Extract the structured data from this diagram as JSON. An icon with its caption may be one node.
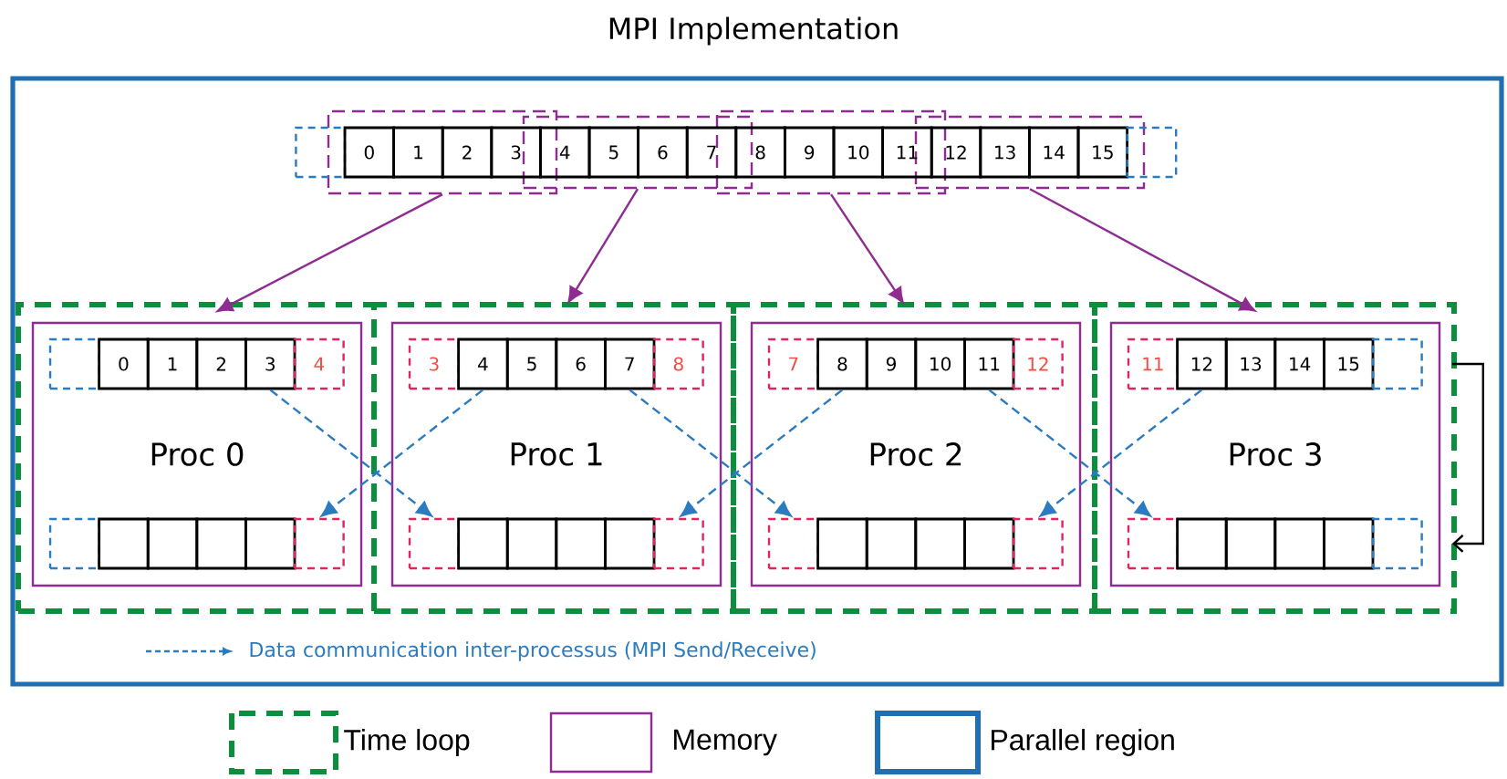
{
  "diagram": {
    "title": "MPI Implementation",
    "nodes": [
      {
        "text": [],
        "shape": "box"
      },
      {
        "text": [],
        "shape": "box",
        "in": 0
      },
      {
        "text": [],
        "shape": "box",
        "in": 0
      },
      {
        "text": [],
        "shape": "box",
        "in": 0
      },
      {
        "text": [],
        "shape": "box",
        "in": 0
      },
      {
        "text": [],
        "shape": "box",
        "in": 0
      },
      {
        "text": [
          "0"
        ],
        "in": 1
      },
      {
        "text": [
          "1"
        ],
        "in": 1
      },
      {
        "text": [
          "2"
        ],
        "in": 1
      },
      {
        "text": [
          "3"
        ],
        "in": 1
      },
      {
        "text": [
          "4"
        ],
        "in": 2
      },
      {
        "text": [
          "5"
        ],
        "in": 2
      },
      {
        "text": [
          "6"
        ],
        "in": 2
      },
      {
        "text": [
          "7"
        ],
        "in": 2
      },
      {
        "text": [
          "8"
        ],
        "in": 3
      },
      {
        "text": [
          "9"
        ],
        "in": 3
      },
      {
        "text": [
          "10"
        ],
        "in": 3
      },
      {
        "text": [
          "11"
        ],
        "in": 3
      },
      {
        "text": [
          "12"
        ],
        "in": 4
      },
      {
        "text": [
          "13"
        ],
        "in": 4
      },
      {
        "text": [
          "14"
        ],
        "in": 4
      },
      {
        "text": [
          "15"
        ],
        "in": 4
      },
      {
        "text": [],
        "shape": "box",
        "in": 0
      },
      {
        "text": [],
        "shape": "box",
        "in": 0
      },
      {
        "text": [
          "Proc 0"
        ],
        "in": 23
      },
      {
        "text": [],
        "shape": "box",
        "in": 24
      },
      {
        "text": [
          "0"
        ],
        "in": 24
      },
      {
        "text": [
          "1"
        ],
        "in": 24
      },
      {
        "text": [
          "2"
        ],
        "in": 24
      },
      {
        "text": [
          "3"
        ],
        "in": 24
      },
      {
        "text": [
          "4"
        ],
        "in": 24
      },
      {
        "text": [],
        "shape": "box",
        "in": 24
      },
      {
        "text": [],
        "shape": "box",
        "in": 24
      },
      {
        "text": [],
        "shape": "box",
        "in": 24
      },
      {
        "text": [],
        "shape": "box",
        "in": 24
      },
      {
        "text": [],
        "shape": "box",
        "in": 24
      },
      {
        "text": [],
        "shape": "box",
        "in": 24
      },
      {
        "text": [],
        "shape": "box",
        "in": 0
      },
      {
        "text": [
          "Proc 1"
        ],
        "in": 37
      },
      {
        "text": [
          "3"
        ],
        "in": 38
      },
      {
        "text": [
          "4"
        ],
        "in": 38
      },
      {
        "text": [
          "5"
        ],
        "in": 38
      },
      {
        "text": [
          "6"
        ],
        "in": 38
      },
      {
        "text": [
          "7"
        ],
        "in": 38
      },
      {
        "text": [
          "8"
        ],
        "in": 38
      },
      {
        "text": [],
        "shape": "box",
        "in": 38
      },
      {
        "text": [],
        "shape": "box",
        "in": 38
      },
      {
        "text": [],
        "shape": "box",
        "in": 38
      },
      {
        "text": [],
        "shape": "box",
        "in": 38
      },
      {
        "text": [],
        "shape": "box",
        "in": 38
      },
      {
        "text": [],
        "shape": "box",
        "in": 38
      },
      {
        "text": [],
        "shape": "box",
        "in": 0
      },
      {
        "text": [
          "Proc 2"
        ],
        "in": 51
      },
      {
        "text": [
          "7"
        ],
        "in": 52
      },
      {
        "text": [
          "8"
        ],
        "in": 52
      },
      {
        "text": [
          "9"
        ],
        "in": 52
      },
      {
        "text": [
          "10"
        ],
        "in": 52
      },
      {
        "text": [
          "11"
        ],
        "in": 52
      },
      {
        "text": [
          "12"
        ],
        "in": 52
      },
      {
        "text": [],
        "shape": "box",
        "in": 52
      },
      {
        "text": [],
        "shape": "box",
        "in": 52
      },
      {
        "text": [],
        "shape": "box",
        "in": 52
      },
      {
        "text": [],
        "shape": "box",
        "in": 52
      },
      {
        "text": [],
        "shape": "box",
        "in": 52
      },
      {
        "text": [],
        "shape": "box",
        "in": 52
      },
      {
        "text": [],
        "shape": "box",
        "in": 0
      },
      {
        "text": [
          "Proc 3"
        ],
        "in": 65
      },
      {
        "text": [
          "11"
        ],
        "in": 66
      },
      {
        "text": [
          "12"
        ],
        "in": 66
      },
      {
        "text": [
          "13"
        ],
        "in": 66
      },
      {
        "text": [
          "14"
        ],
        "in": 66
      },
      {
        "text": [
          "15"
        ],
        "in": 66
      },
      {
        "text": [],
        "shape": "box",
        "in": 66
      },
      {
        "text": [],
        "shape": "box",
        "in": 66
      },
      {
        "text": [],
        "shape": "box",
        "in": 66
      },
      {
        "text": [],
        "shape": "box",
        "in": 66
      },
      {
        "text": [],
        "shape": "box",
        "in": 66
      },
      {
        "text": [],
        "shape": "box",
        "in": 66
      },
      {
        "text": [],
        "shape": "box",
        "in": 66
      }
    ],
    "edges": [
      {
        "from": 1,
        "to": 24,
        "arrow": "to",
        "color": "#8e2c91"
      },
      {
        "from": 2,
        "to": 38,
        "arrow": "to",
        "color": "#8e2c91"
      },
      {
        "from": 3,
        "to": 52,
        "arrow": "to",
        "color": "#8e2c91"
      },
      {
        "from": 4,
        "to": 66,
        "arrow": "to",
        "color": "#8e2c91"
      },
      {
        "from": 29,
        "to": 45,
        "arrow": "to",
        "style": "dashed",
        "color": "#2a7bc0"
      },
      {
        "from": 40,
        "to": 36,
        "arrow": "to",
        "style": "dashed",
        "color": "#2a7bc0"
      },
      {
        "from": 43,
        "to": 59,
        "arrow": "to",
        "style": "dashed",
        "color": "#2a7bc0"
      },
      {
        "from": 54,
        "to": 50,
        "arrow": "to",
        "style": "dashed",
        "color": "#2a7bc0"
      },
      {
        "from": 57,
        "to": 73,
        "arrow": "to",
        "style": "dashed",
        "color": "#2a7bc0"
      },
      {
        "from": 68,
        "to": 64,
        "arrow": "to",
        "style": "dashed",
        "color": "#2a7bc0"
      },
      {
        "from": 72,
        "to": 78,
        "arrow": "to",
        "color": "#000000"
      }
    ],
    "legend": [
      {
        "text": "Data communication inter-processus (MPI Send/Receive)"
      },
      {
        "text": "Time loop"
      },
      {
        "text": "Memory"
      },
      {
        "text": "Parallel region"
      }
    ]
  }
}
